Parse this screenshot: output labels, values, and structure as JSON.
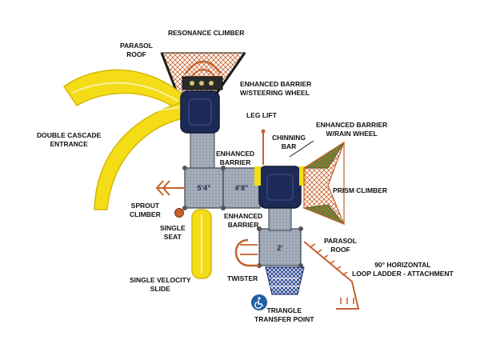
{
  "labels": {
    "resonance_climber": "RESONANCE CLIMBER",
    "parasol_roof_top": [
      "PARASOL",
      "ROOF"
    ],
    "enhanced_barrier_steering": [
      "ENHANCED BARRIER",
      "W/STEERING WHEEL"
    ],
    "double_cascade": [
      "DOUBLE CASCADE",
      "ENTRANCE"
    ],
    "leg_lift": "LEG LIFT",
    "chinning_bar": [
      "CHINNING",
      "BAR"
    ],
    "enhanced_barrier_rain": [
      "ENHANCED BARRIER",
      "W/RAIN WHEEL"
    ],
    "enhanced_barrier_mid": [
      "ENHANCED",
      "BARRIER"
    ],
    "prism_climber": "PRISM CLIMBER",
    "sprout_climber": [
      "SPROUT",
      "CLIMBER"
    ],
    "single_seat": [
      "SINGLE",
      "SEAT"
    ],
    "enhanced_barrier_low": [
      "ENHANCED",
      "BARRIER"
    ],
    "parasol_roof_bottom": [
      "PARASOL",
      "ROOF"
    ],
    "loop_ladder": [
      "90° HORIZONTAL",
      "LOOP LADDER - ATTACHMENT"
    ],
    "single_velocity": [
      "SINGLE VELOCITY",
      "SLIDE"
    ],
    "twister": "TWISTER",
    "triangle_transfer": [
      "TRIANGLE",
      "TRANSFER POINT"
    ]
  },
  "deck_heights": {
    "left_deck": "5’4”",
    "middle_deck": "4’8”",
    "lower_deck": "2’"
  },
  "icons": {
    "accessibility": "wheelchair-accessibility-icon"
  },
  "colors": {
    "slide_yellow": "#f4dc17",
    "roof_navy": "#1d2a57",
    "deck_gray": "#9aa3b1",
    "post_orange": "#c4612d",
    "climber_green": "#4f8a3a",
    "access_blue": "#1f5fa6"
  }
}
